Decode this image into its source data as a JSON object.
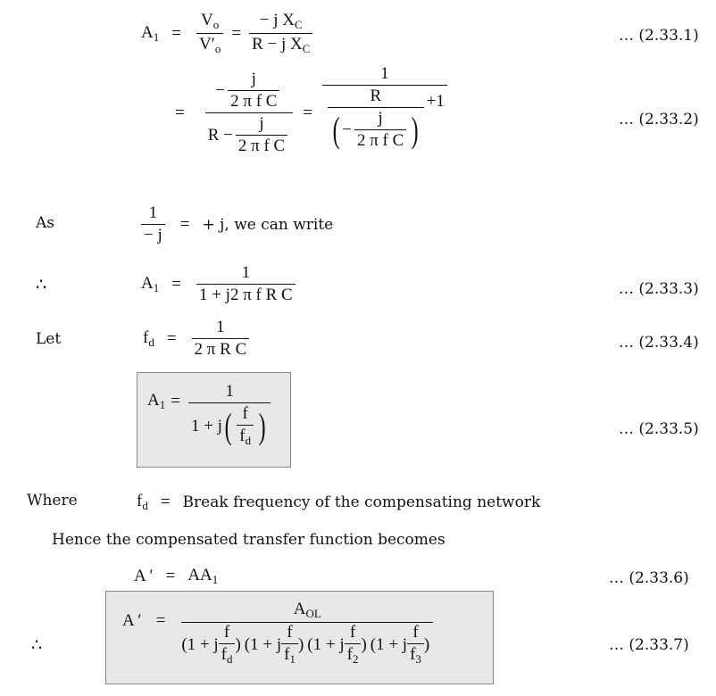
{
  "eq1": {
    "lhs": "A",
    "lhs_sub": "1",
    "eq": "=",
    "n1": "V",
    "n1_sub": "o",
    "d1": "V′",
    "d1_sub": "o",
    "eq2": "=",
    "n2": "− j X",
    "n2_sub": "C",
    "d2": "R − j X",
    "d2_sub": "C",
    "label": "… (2.33.1)"
  },
  "eq2": {
    "eq": "=",
    "minus": "−",
    "j": "j",
    "den1": "2 π f C",
    "r": "R −",
    "eq2": "=",
    "one": "1",
    "R": "R",
    "plus1": "+1",
    "label": "… (2.33.2)"
  },
  "as": {
    "word": "As",
    "num": "1",
    "den": "− j",
    "eq": "=",
    "rest": "+ j, we can write"
  },
  "eq3": {
    "therefore": "∴",
    "lhs": "A",
    "lhs_sub": "1",
    "eq": "=",
    "num": "1",
    "den": "1 + j2 π f R C",
    "label": "… (2.33.3)"
  },
  "eq4": {
    "word": "Let",
    "lhs": "f",
    "lhs_sub": "d",
    "eq": "=",
    "num": "1",
    "den": "2 π R C",
    "label": "… (2.33.4)"
  },
  "eq5": {
    "lhs": "A",
    "lhs_sub": "1",
    "eq": "=",
    "num": "1",
    "den_pre": "1 + j",
    "f": "f",
    "fd": "f",
    "fd_sub": "d",
    "label": "… (2.33.5)"
  },
  "where": {
    "word": "Where",
    "lhs": "f",
    "lhs_sub": "d",
    "eq": "=",
    "text": "Break frequency of the compensating network"
  },
  "hence": "Hence the compensated transfer function becomes",
  "eq6": {
    "lhs": "A ′",
    "eq": "=",
    "rhs": "AA",
    "rhs_sub": "1",
    "label": "… (2.33.6)"
  },
  "eq7": {
    "therefore": "∴",
    "lhs": "A ′",
    "eq": "=",
    "num": "A",
    "num_sub": "OL",
    "terms": [
      {
        "pre": "(1 + j",
        "f": "f",
        "d": "f",
        "sub": "d",
        "post": ")"
      },
      {
        "pre": "(1 + j",
        "f": "f",
        "d": "f",
        "sub": "1",
        "post": ")"
      },
      {
        "pre": "(1 + j",
        "f": "f",
        "d": "f",
        "sub": "2",
        "post": ")"
      },
      {
        "pre": "(1 + j",
        "f": "f",
        "d": "f",
        "sub": "3",
        "post": ")"
      }
    ],
    "label": "… (2.33.7)"
  }
}
